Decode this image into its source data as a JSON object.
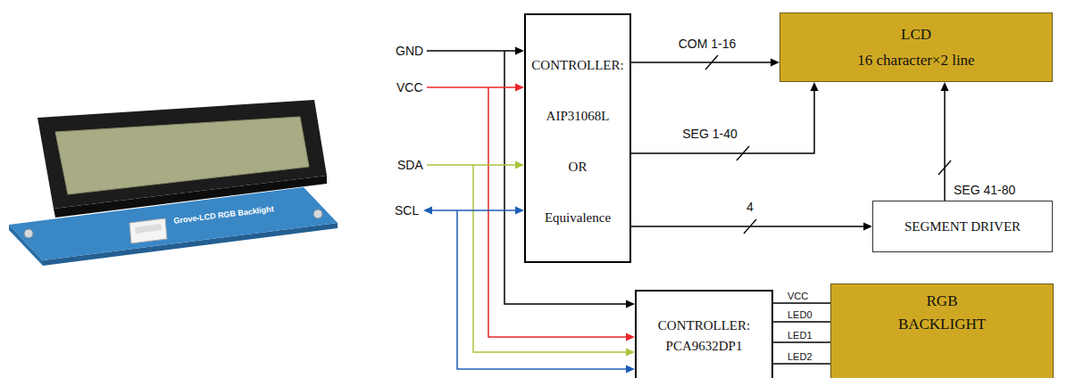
{
  "diagram": {
    "nodes": [
      {
        "text": [
          "CONTROLLER:",
          "AIP31068L",
          "OR",
          "Equivalence"
        ]
      },
      {
        "text": [
          "LCD",
          "16 character×2 line"
        ]
      },
      {
        "text": [
          "SEGMENT DRIVER"
        ]
      },
      {
        "text": [
          "CONTROLLER:",
          "PCA9632DP1"
        ]
      },
      {
        "text": [
          "RGB BACKLIGHT"
        ]
      }
    ],
    "edges": [
      {
        "from": 0,
        "to": 1,
        "label": "COM 1-16",
        "arrow": "to"
      },
      {
        "from": 0,
        "to": 1,
        "label": "SEG 1-40",
        "arrow": "to"
      },
      {
        "from": 0,
        "to": 2,
        "label": "4",
        "arrow": "to"
      },
      {
        "from": 2,
        "to": 1,
        "label": "SEG 41-80",
        "arrow": "to"
      },
      {
        "from": 3,
        "to": 4,
        "label": "VCC",
        "arrow": "none"
      },
      {
        "from": 3,
        "to": 4,
        "label": "LED0",
        "arrow": "none"
      },
      {
        "from": 3,
        "to": 4,
        "label": "LED1",
        "arrow": "none"
      },
      {
        "from": 3,
        "to": 4,
        "label": "LED2",
        "arrow": "none"
      }
    ],
    "labels": [
      "GND",
      "VCC",
      "SDA",
      "SCL",
      "Grove-LCD RGB Backlight"
    ]
  }
}
